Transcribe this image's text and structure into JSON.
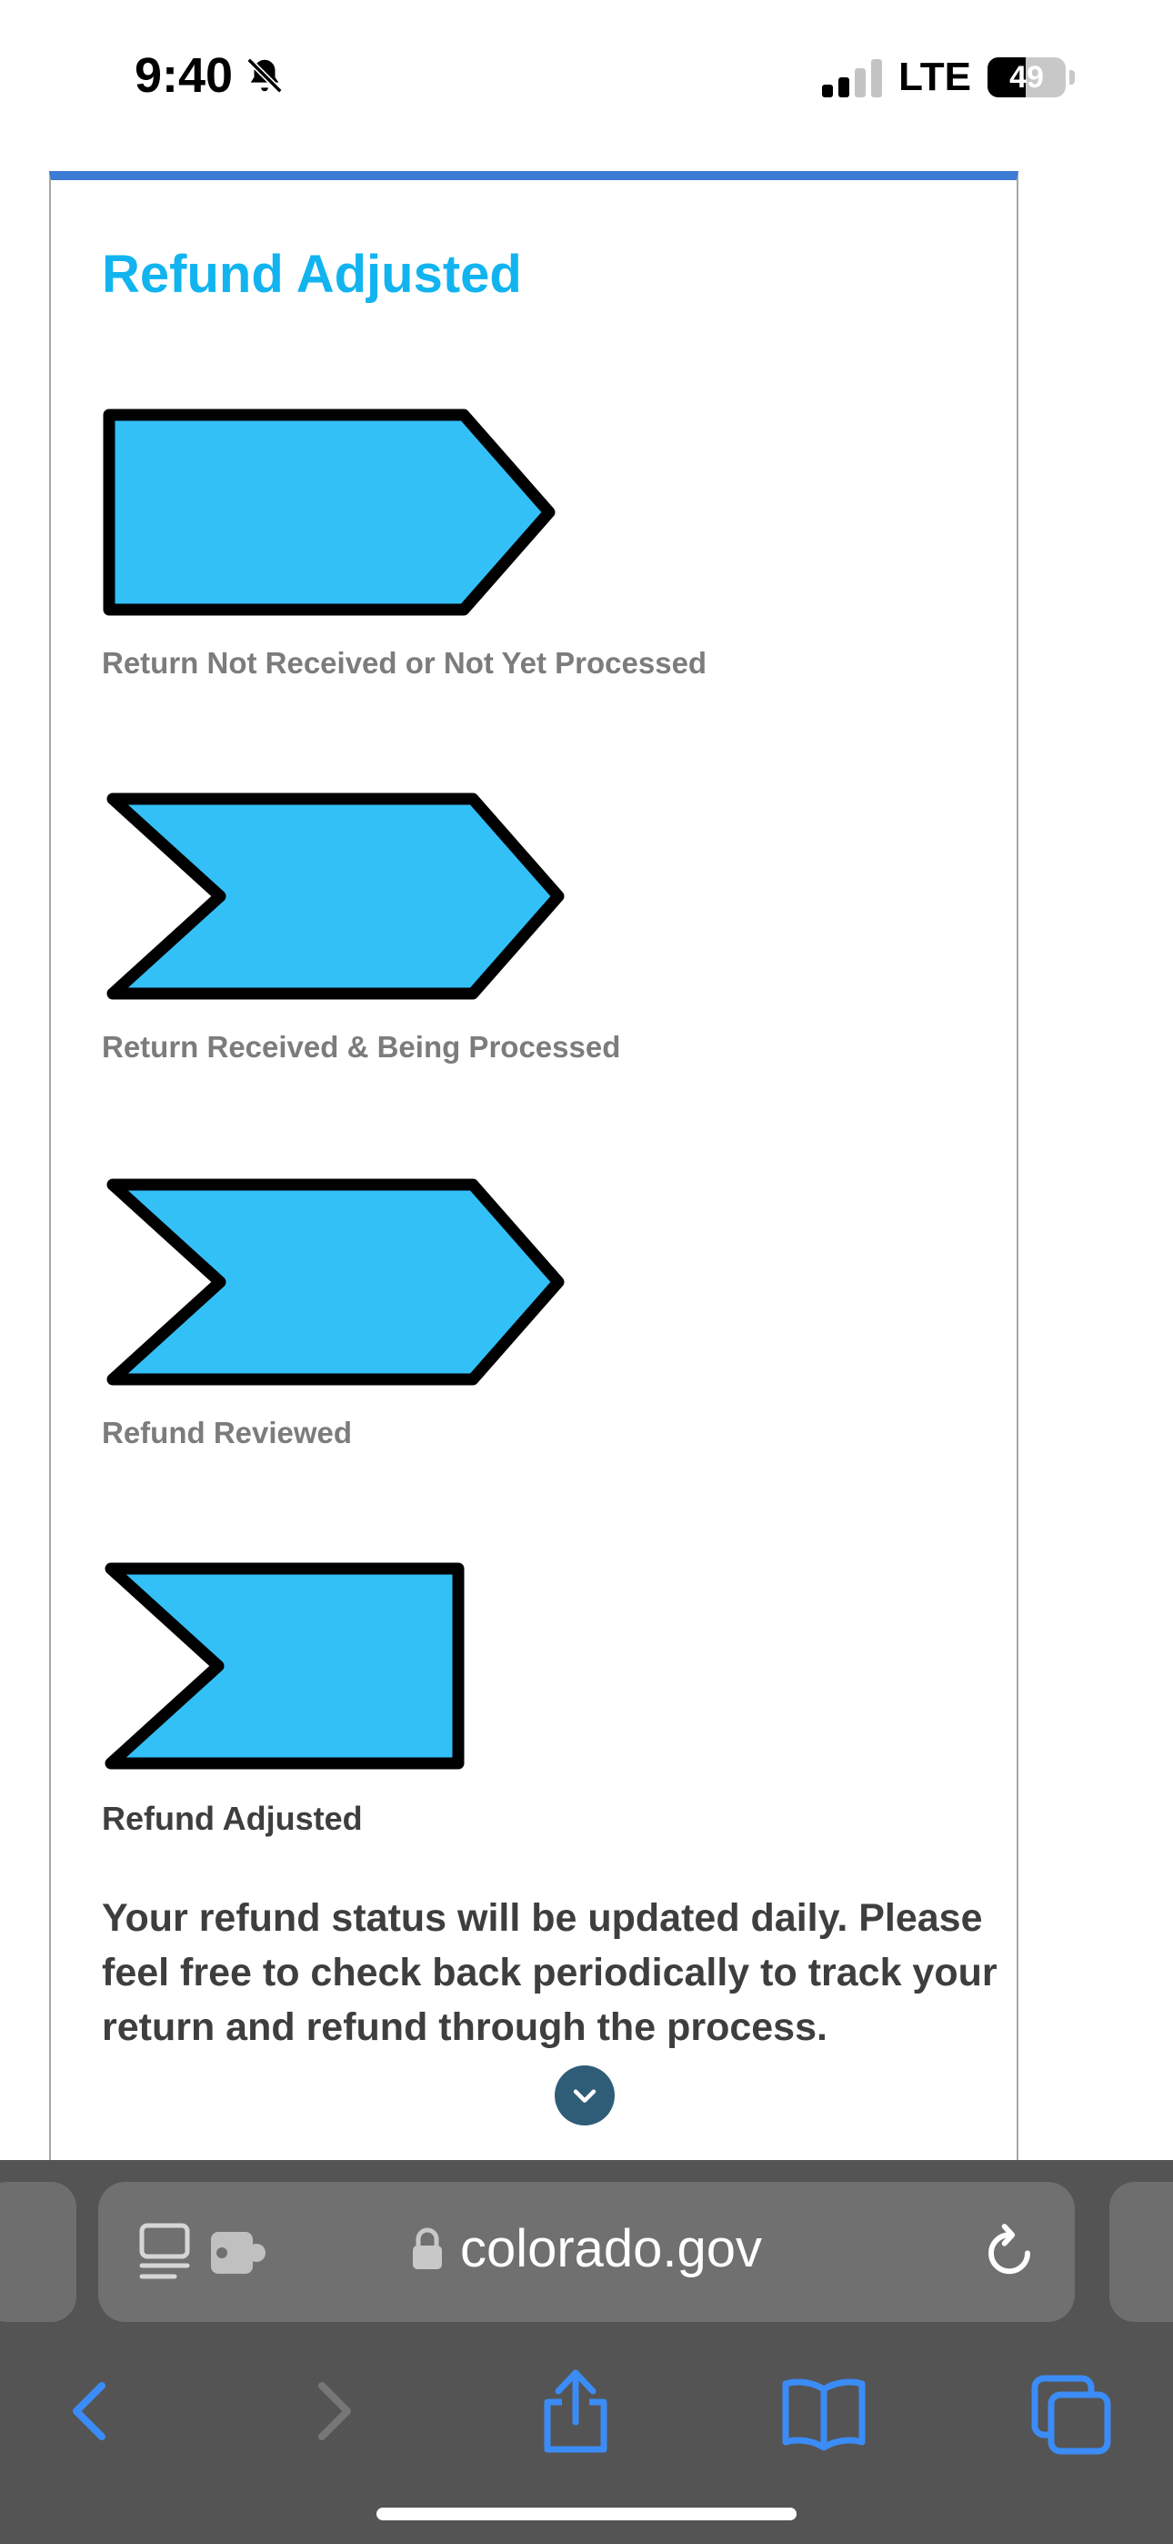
{
  "status_bar": {
    "time": "9:40",
    "network": "LTE",
    "battery": "49",
    "battery_level": 0.49
  },
  "card": {
    "title": "Refund Adjusted",
    "steps": [
      {
        "label": "Return Not Received or Not Yet Processed",
        "shape": "start-arrow"
      },
      {
        "label": "Return Received & Being Processed",
        "shape": "chevron"
      },
      {
        "label": "Refund Reviewed",
        "shape": "chevron"
      },
      {
        "label": "Refund Adjusted",
        "shape": "end-chevron",
        "current": true
      }
    ],
    "info": "Your refund status will be updated daily. Please feel free to check back periodically to track your return and refund through the process.",
    "accent_color": "#12b4f0",
    "step_color": "#33c0f7"
  },
  "browser": {
    "url": "colorado.gov"
  },
  "icons": {
    "silent": "bell-slash-icon",
    "signal": "signal-icon",
    "lock": "lock-icon",
    "reload": "reload-icon",
    "back": "chevron-left-icon",
    "forward": "chevron-right-icon",
    "share": "share-icon",
    "bookmarks": "book-icon",
    "tabs": "tabs-icon"
  }
}
